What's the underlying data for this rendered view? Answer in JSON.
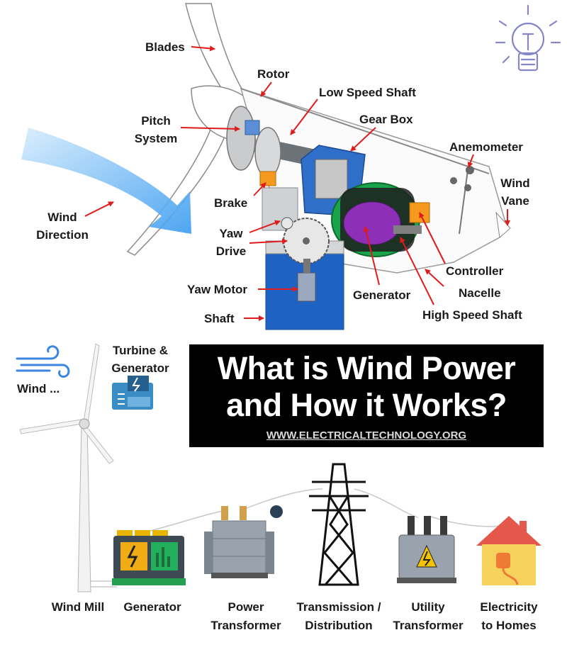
{
  "title": {
    "line1": "What is Wind Power",
    "line2": "and How it Works?",
    "url": "WWW.ELECTRICALTECHNOLOGY.ORG"
  },
  "turbine_labels": {
    "blades": "Blades",
    "rotor": "Rotor",
    "low_speed_shaft": "Low Speed Shaft",
    "pitch_system_1": "Pitch",
    "pitch_system_2": "System",
    "gear_box": "Gear Box",
    "anemometer": "Anemometer",
    "wind_vane_1": "Wind",
    "wind_vane_2": "Vane",
    "wind_direction_1": "Wind",
    "wind_direction_2": "Direction",
    "brake": "Brake",
    "yaw_drive_1": "Yaw",
    "yaw_drive_2": "Drive",
    "controller": "Controller",
    "nacelle": "Nacelle",
    "yaw_motor": "Yaw Motor",
    "generator": "Generator",
    "high_speed_shaft": "High Speed Shaft",
    "shaft": "Shaft"
  },
  "flow_labels": {
    "wind": "Wind ...",
    "turbine_generator_1": "Turbine &",
    "turbine_generator_2": "Generator"
  },
  "stages": [
    {
      "line1": "Wind Mill",
      "line2": ""
    },
    {
      "line1": "Generator",
      "line2": ""
    },
    {
      "line1": "Power",
      "line2": "Transformer"
    },
    {
      "line1": "Transmission /",
      "line2": "Distribution"
    },
    {
      "line1": "Utility",
      "line2": "Transformer"
    },
    {
      "line1": "Electricity",
      "line2": "to Homes"
    }
  ],
  "colors": {
    "arrow_red": "#e01b1b",
    "wind_blue": "#5aa9f0",
    "tower_blue": "#1e63c4",
    "generator_green": "#1aa34a",
    "generator_purple": "#8e2fb8",
    "gear_box_blue": "#2f6fc9",
    "component_orange": "#f59a1e",
    "title_bg": "#000000"
  }
}
